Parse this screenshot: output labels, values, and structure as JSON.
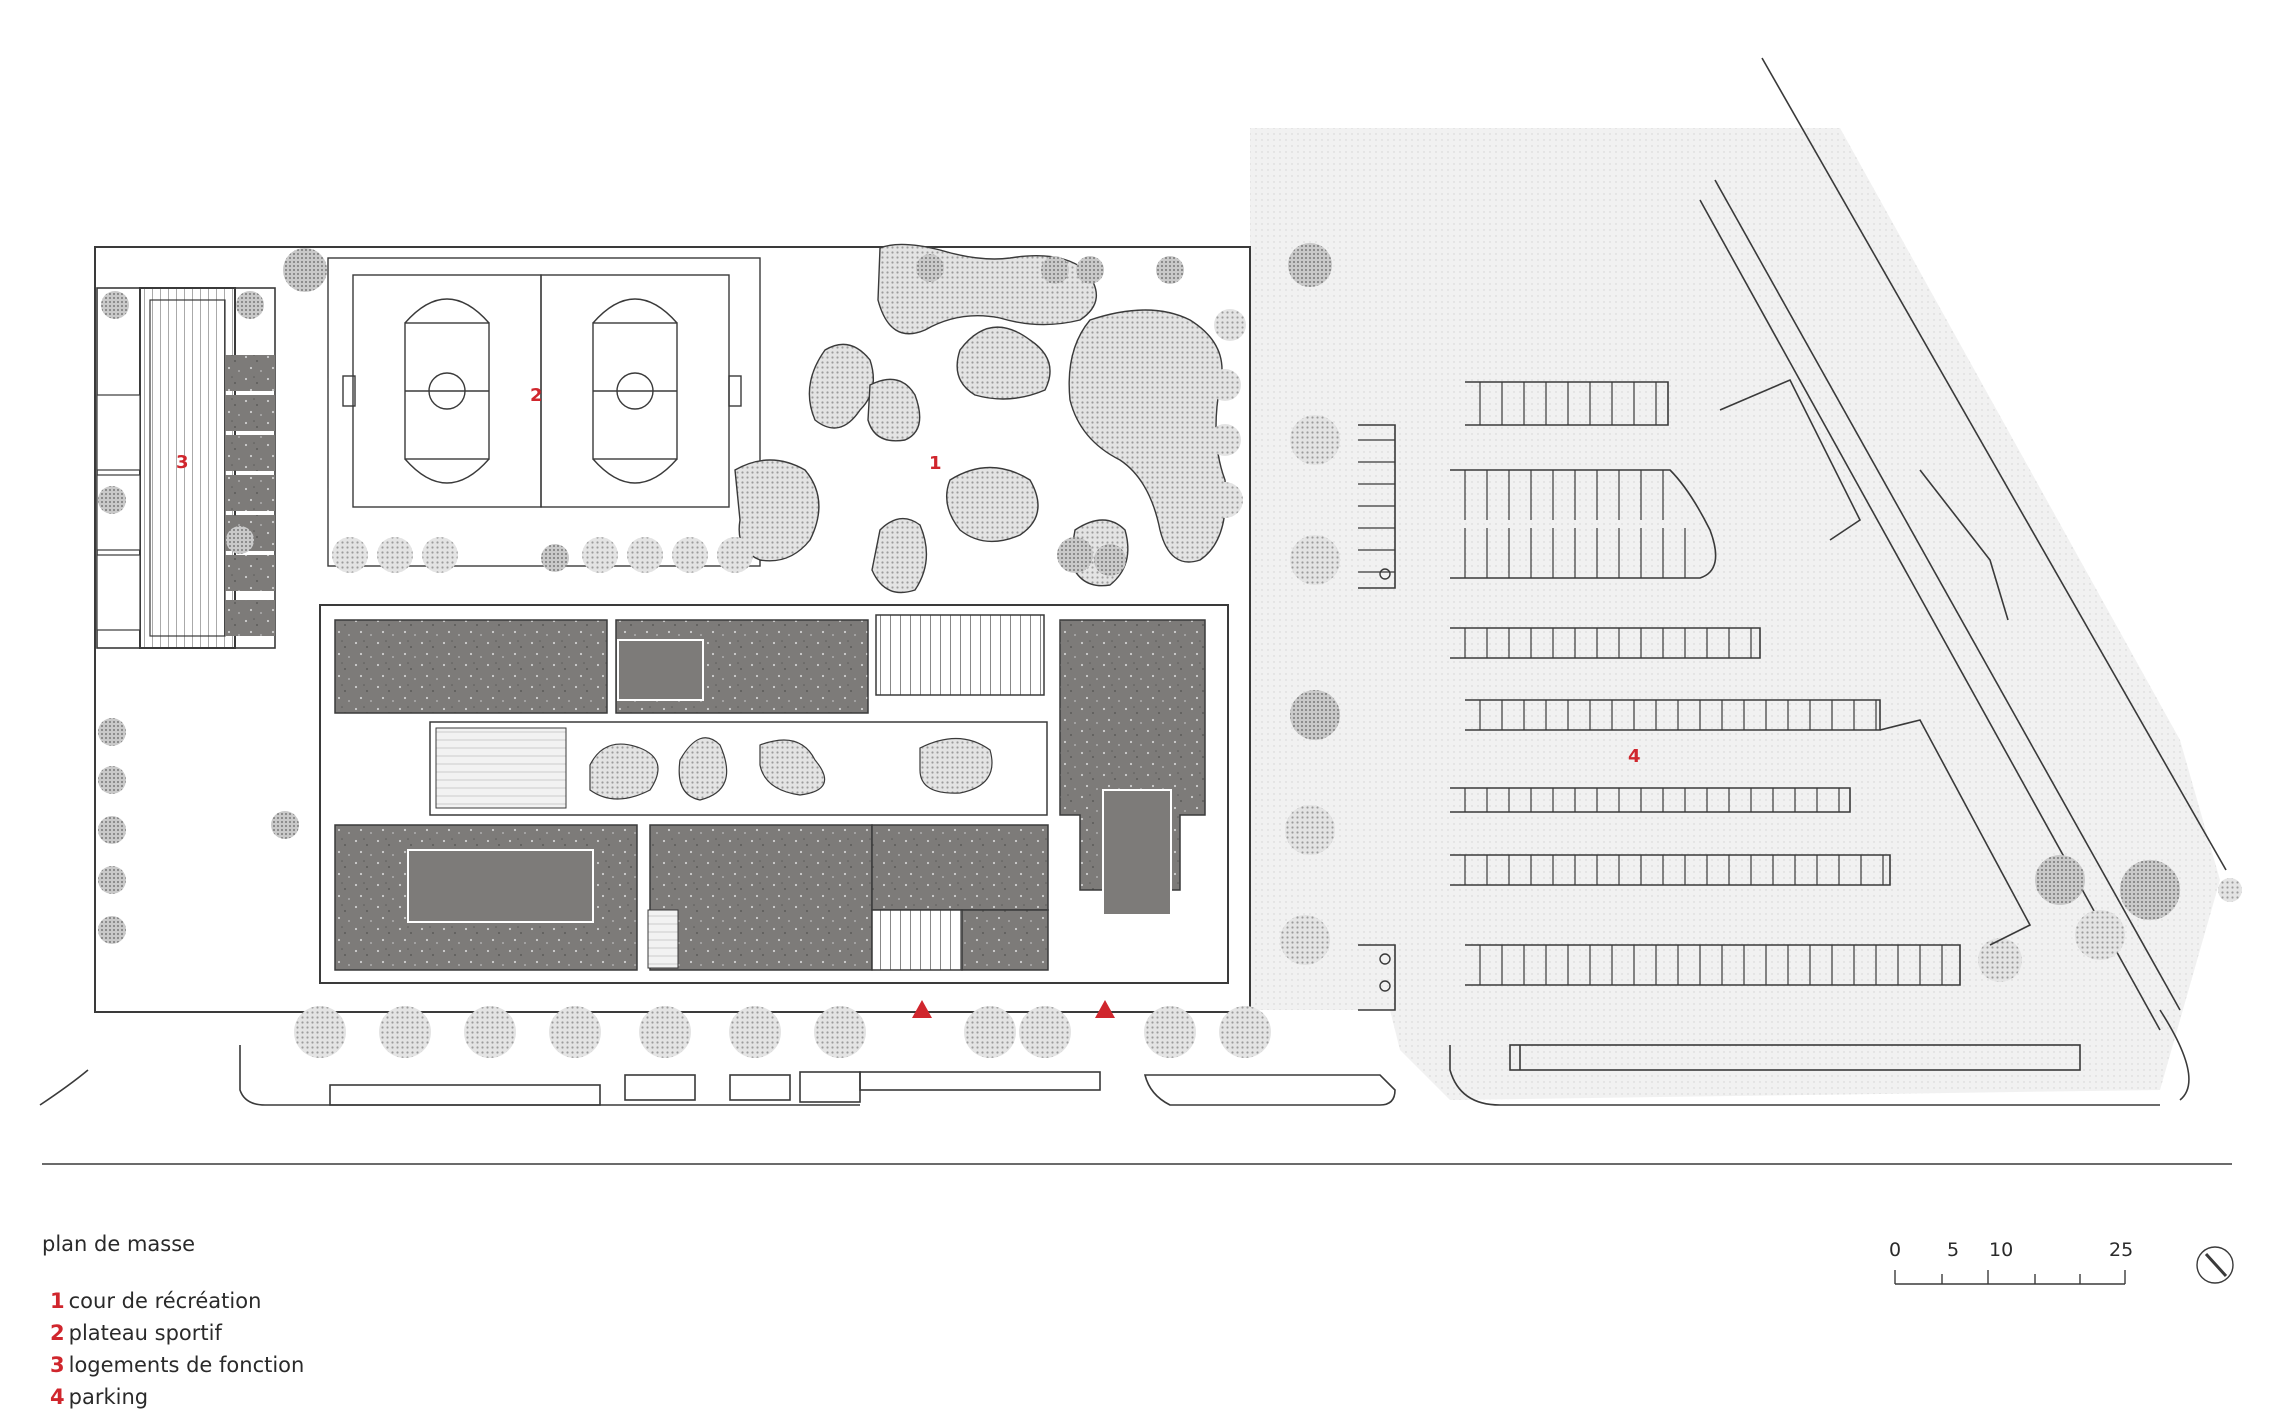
{
  "title": "plan de masse",
  "legend": [
    {
      "num": "1",
      "label": "cour de récréation"
    },
    {
      "num": "2",
      "label": "plateau sportif"
    },
    {
      "num": "3",
      "label": "logements de fonction"
    },
    {
      "num": "4",
      "label": "parking"
    }
  ],
  "scale": {
    "ticks": [
      "0",
      "5",
      "10",
      "25"
    ]
  },
  "plan_labels": {
    "courtyard": "1",
    "sports": "2",
    "housing": "3",
    "parking": "4"
  },
  "colors": {
    "accent": "#d0262d",
    "roof": "#7d7b79",
    "line": "#3a3a3a",
    "site": "#ececec"
  },
  "icons": [
    "entrance-arrow-icon",
    "wheelchair-icon",
    "north-arrow-icon"
  ]
}
